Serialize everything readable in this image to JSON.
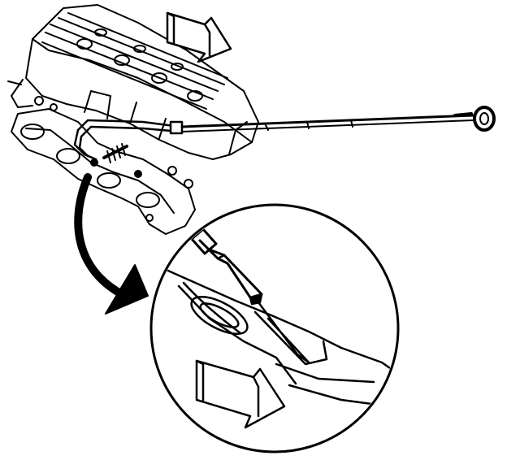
{
  "figure": {
    "type": "technical-line-illustration",
    "colors": {
      "ink": "#000000",
      "paper": "#ffffff"
    },
    "parts": [
      "engine-cylinder-head",
      "exhaust-manifold",
      "dipstick",
      "dipstick-tube",
      "direction-arrow",
      "detail-magnifier-circle",
      "detail-pointer-arrow"
    ]
  }
}
